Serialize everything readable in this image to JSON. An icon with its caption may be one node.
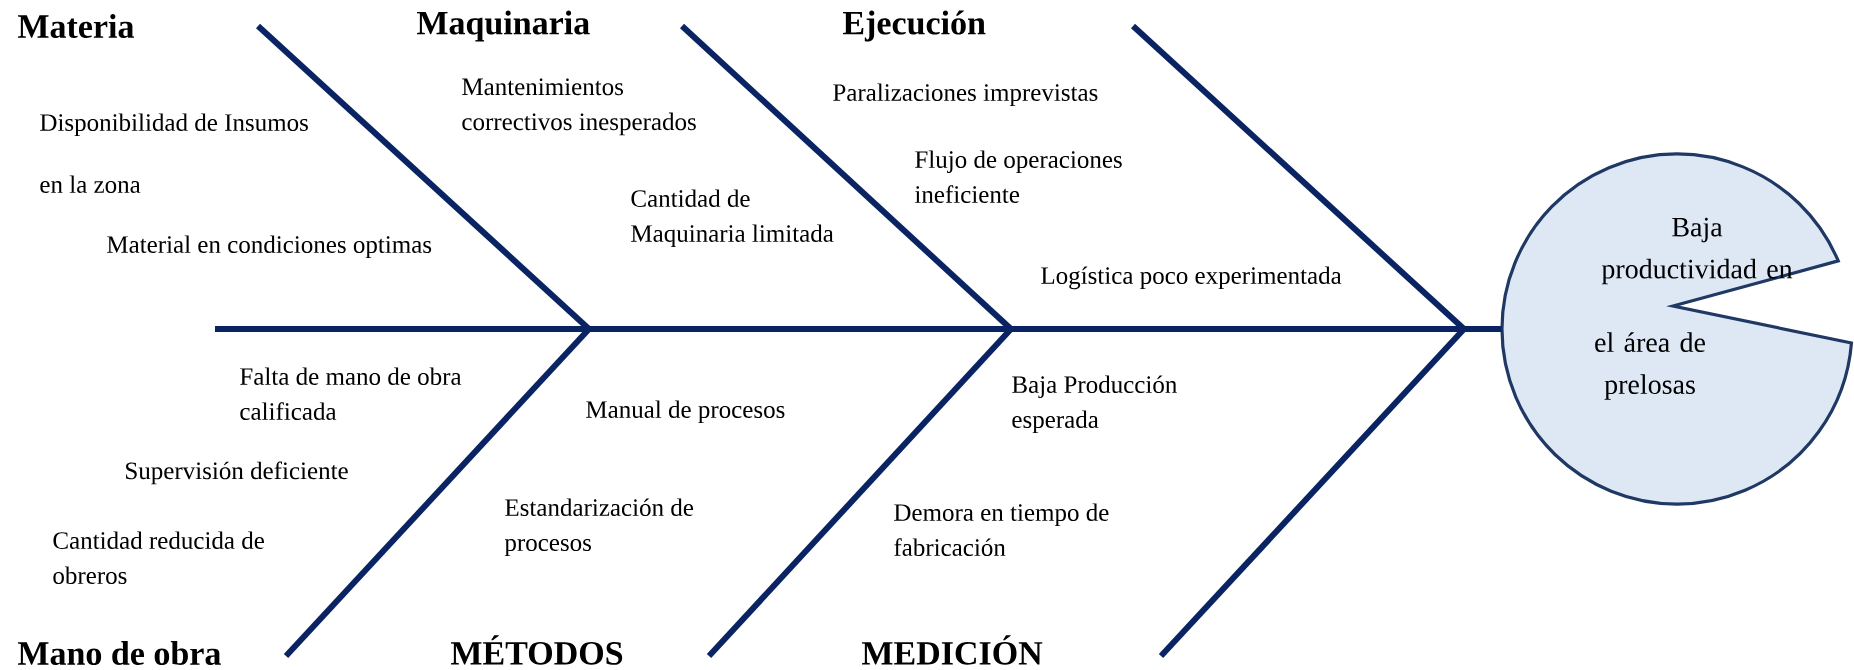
{
  "diagram": {
    "nodes": [
      {
        "text": [
          "Baja productividad en",
          "el área de prelosas"
        ]
      }
    ],
    "labels": [
      "Materia",
      "Maquinaria",
      "Ejecución",
      "Disponibilidad de Insumos en la zona",
      "Mantenimientos correctivos inesperados",
      "Paralizaciones imprevistas",
      "Flujo de operaciones ineficiente",
      "Cantidad de Maquinaria limitada",
      "Material en condiciones optimas",
      "Logística poco experimentada",
      "Falta de mano de obra calificada",
      "Manual de procesos",
      "Baja Producción esperada",
      "Supervisión deficiente",
      "Estandarización de procesos",
      "Demora en tiempo de fabricación",
      "Cantidad reducida de obreros",
      "Mano de obra",
      "MÉTODOS",
      "MEDICIÓN"
    ]
  }
}
